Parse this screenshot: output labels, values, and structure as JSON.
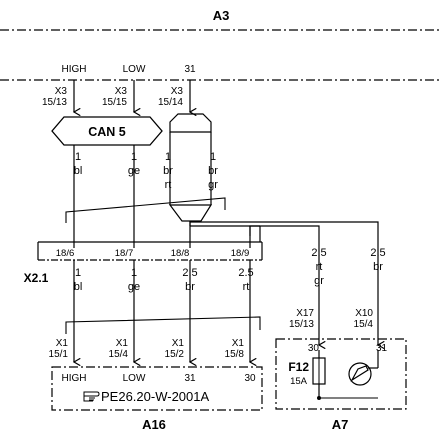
{
  "modules": {
    "top": "A3",
    "bottom_left": "A16",
    "bottom_right": "A7"
  },
  "top_connectors": [
    {
      "signal": "HIGH",
      "conn": "X3",
      "pin": "15/13"
    },
    {
      "signal": "LOW",
      "conn": "X3",
      "pin": "15/15"
    },
    {
      "signal": "31",
      "conn": "X3",
      "pin": "15/14"
    }
  ],
  "can_label": "CAN 5",
  "upper_wires": [
    {
      "size": "1",
      "c1": "bl",
      "c2": ""
    },
    {
      "size": "1",
      "c1": "ge",
      "c2": ""
    },
    {
      "size": "1",
      "c1": "br",
      "c2": "rt"
    },
    {
      "size": "1",
      "c1": "br",
      "c2": "gr"
    }
  ],
  "x21": {
    "name": "X2.1",
    "pins": [
      "18/6",
      "18/7",
      "18/8",
      "18/9"
    ]
  },
  "lower_wires": [
    {
      "size": "1",
      "c1": "bl",
      "c2": ""
    },
    {
      "size": "1",
      "c1": "ge",
      "c2": ""
    },
    {
      "size": "2.5",
      "c1": "br",
      "c2": ""
    },
    {
      "size": "2.5",
      "c1": "rt",
      "c2": ""
    }
  ],
  "right_wires": [
    {
      "size": "2.5",
      "c1": "rt",
      "c2": "gr"
    },
    {
      "size": "2.5",
      "c1": "br",
      "c2": ""
    }
  ],
  "a16_connectors": [
    {
      "conn": "X1",
      "pin": "15/1"
    },
    {
      "conn": "X1",
      "pin": "15/4"
    },
    {
      "conn": "X1",
      "pin": "15/2"
    },
    {
      "conn": "X1",
      "pin": "15/8"
    }
  ],
  "a16_terminals": [
    "HIGH",
    "LOW",
    "31",
    "30"
  ],
  "a16_ref": "PE26.20-W-2001A",
  "a7_connectors": [
    {
      "conn": "X17",
      "pin": "15/13"
    },
    {
      "conn": "X10",
      "pin": "15/4"
    }
  ],
  "a7_terminals": [
    "30",
    "31"
  ],
  "fuse": {
    "name": "F12",
    "rating": "15A"
  }
}
